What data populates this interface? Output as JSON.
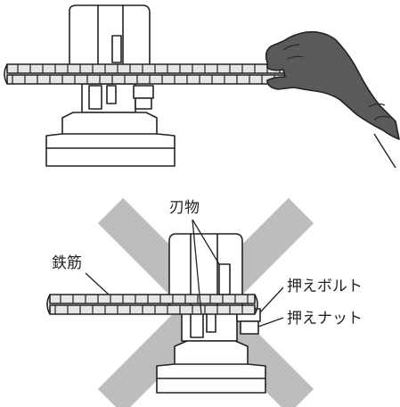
{
  "labels": {
    "blade": "刃物",
    "rebar": "鉄筋",
    "clamp_bolt": "押えボルト",
    "clamp_nut": "押えナット"
  },
  "colors": {
    "outline": "#222222",
    "glove": "#5a5a5a",
    "cross": "#bdbdbd",
    "rebar_fill": "#e6e6e6",
    "machine_fill": "#ffffff"
  },
  "icons": {
    "top": "glove-hand-icon",
    "bottom": "prohibited-cross-icon"
  }
}
